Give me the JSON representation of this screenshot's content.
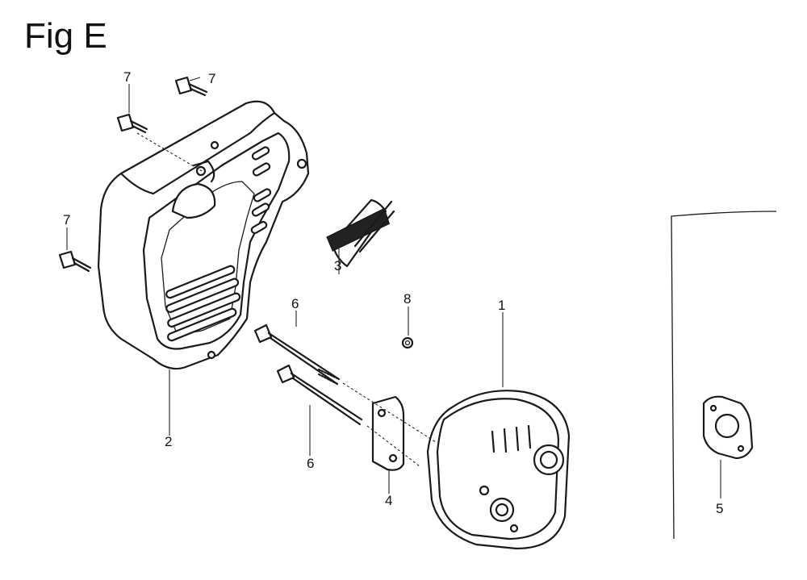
{
  "title": "Fig E",
  "callouts": {
    "c1": "1",
    "c2": "2",
    "c3": "3",
    "c4": "4",
    "c5": "5",
    "c6a": "6",
    "c6b": "6",
    "c7a": "7",
    "c7b": "7",
    "c7c": "7",
    "c8": "8"
  }
}
